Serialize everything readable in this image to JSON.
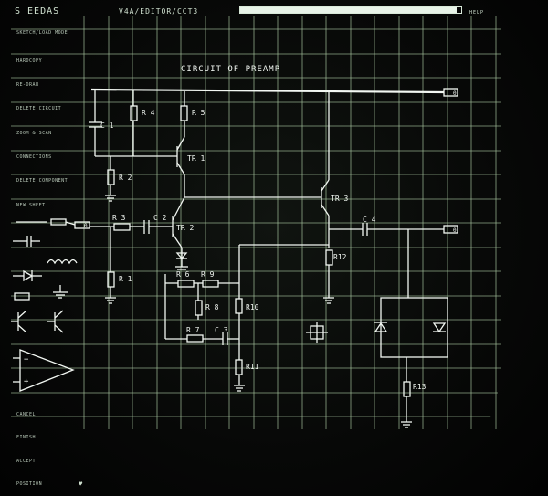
{
  "header": {
    "app_title": "S  EEDAS",
    "path": "V4A/EDITOR/CCT3",
    "help_label": "HELP",
    "progress_fraction": 0.98
  },
  "side_menu": {
    "items": [
      "SKETCH/LOAD MODE",
      "HARDCOPY",
      "RE-DRAW",
      "DELETE CIRCUIT",
      "ZOOM & SCAN",
      "CONNECTIONS",
      "DELETE COMPONENT",
      "NEW SHEET"
    ],
    "bottom_items": [
      "CANCEL",
      "FINISH",
      "ACCEPT",
      "POSITION"
    ]
  },
  "schematic": {
    "title": "CIRCUIT OF PREAMP",
    "labels": {
      "c1": "C 1",
      "r4": "R 4",
      "r5": "R 5",
      "tr1": "TR 1",
      "r2": "R 2",
      "tr3": "TR 3",
      "r3": "R 3",
      "c2": "C 2",
      "tr2": "TR 2",
      "c4": "C 4",
      "r1": "R 1",
      "r12": "R12",
      "r6": "R 6",
      "r9": "R 9",
      "r8": "R 8",
      "r10": "R10",
      "r7": "R 7",
      "c3": "C 3",
      "r11": "R11",
      "r13": "R13"
    }
  },
  "colors": {
    "grid": "#a6c39e",
    "line": "#f2f7f2",
    "text": "#cfe0cf",
    "background": "#070807"
  }
}
